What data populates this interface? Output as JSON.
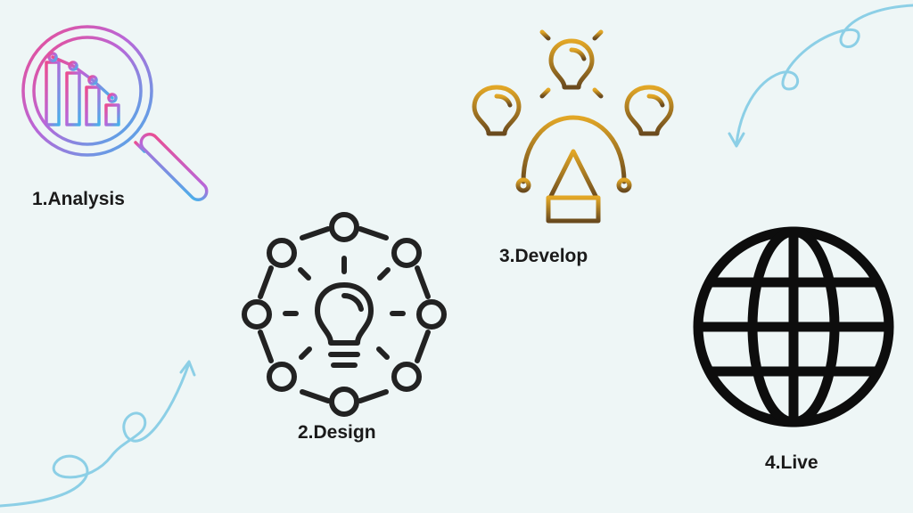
{
  "steps": [
    {
      "label": "1.Analysis",
      "icon": "magnifier-chart-icon"
    },
    {
      "label": "2.Design",
      "icon": "lightbulb-network-icon"
    },
    {
      "label": "3.Develop",
      "icon": "ideas-pencil-icon"
    },
    {
      "label": "4.Live",
      "icon": "globe-icon"
    }
  ],
  "colors": {
    "background": "#eef6f6",
    "text": "#1a1a1a",
    "analysis_gradient": [
      "#ec4d8f",
      "#b966d8",
      "#44b3ea"
    ],
    "design_stroke": "#222222",
    "develop_gradient": [
      "#e2a726",
      "#6a4a1e"
    ],
    "live_stroke": "#0d0d0d",
    "arrow": "#8ccfe6"
  }
}
